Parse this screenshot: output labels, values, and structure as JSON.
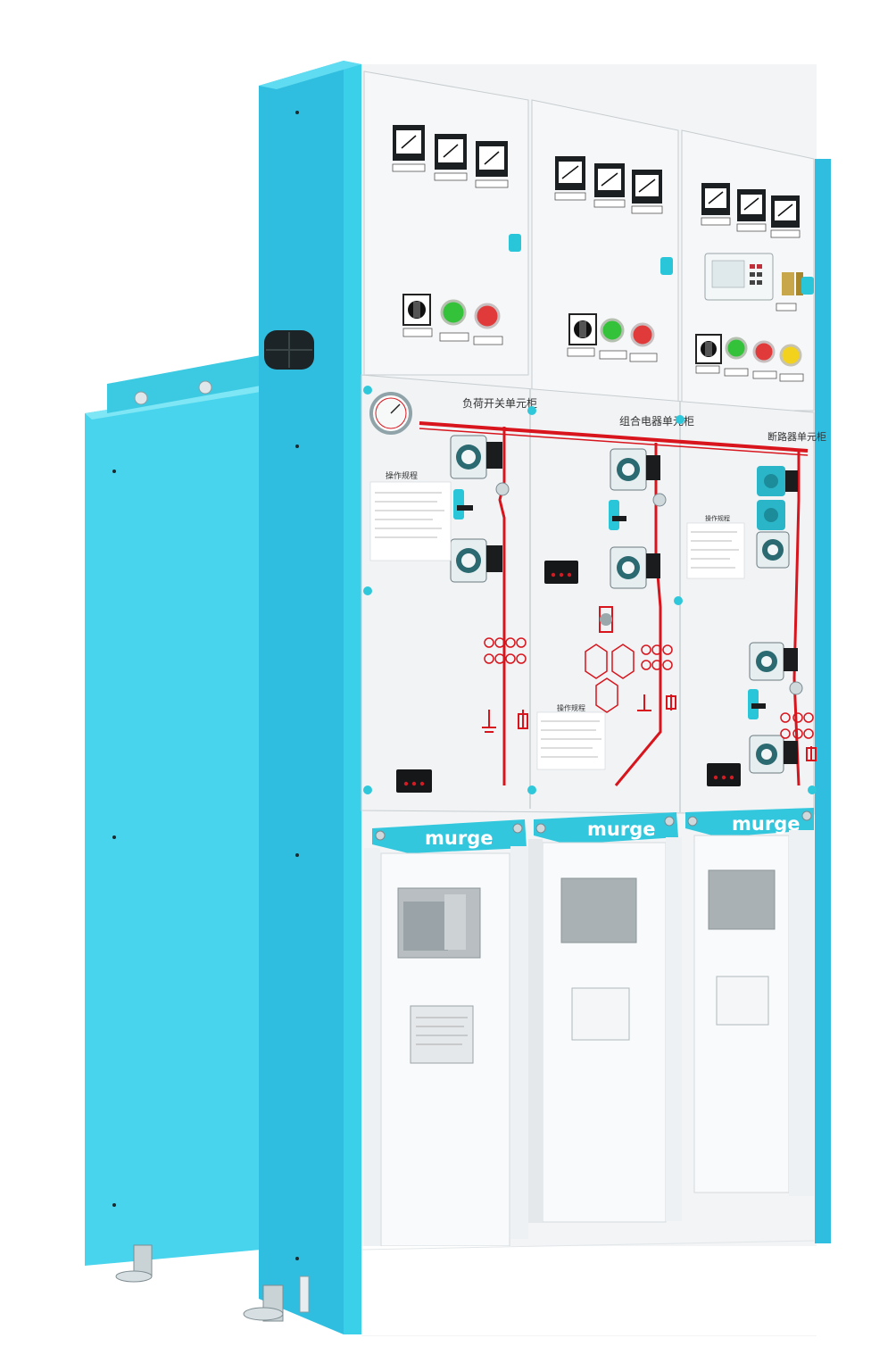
{
  "brand": {
    "text": "murge",
    "color": "#ffffff",
    "band_color": "#33c7de"
  },
  "colors": {
    "cabinet_body": "#4ad6ee",
    "cabinet_side": "#2fbcd6",
    "panel_white": "#f4f5f7",
    "busbar_red": "#d8141c",
    "button_green": "#34c23a",
    "button_red": "#e03a3a",
    "button_yellow": "#f2d21c"
  },
  "units": {
    "load_switch": {
      "title": "负荷开关单元柜",
      "procedure_title": "操作规程"
    },
    "combined_fuse": {
      "title": "组合电器单元柜",
      "procedure_title": "操作规程"
    },
    "breaker": {
      "title": "断路器单元柜",
      "procedure_title": "操作规程"
    }
  },
  "indicators": {
    "meters_per_panel": 3,
    "panel1_buttons": [
      "green",
      "red"
    ],
    "panel2_buttons": [
      "green",
      "red"
    ],
    "panel3_buttons": [
      "green",
      "red",
      "yellow"
    ]
  },
  "icons": [
    "pressure-gauge-icon",
    "ammeter-icon",
    "selector-switch-icon",
    "indicator-lamp-icon",
    "operating-mechanism-icon",
    "fuse-icon",
    "earth-switch-icon",
    "viewing-window-icon",
    "nameplate-icon"
  ]
}
